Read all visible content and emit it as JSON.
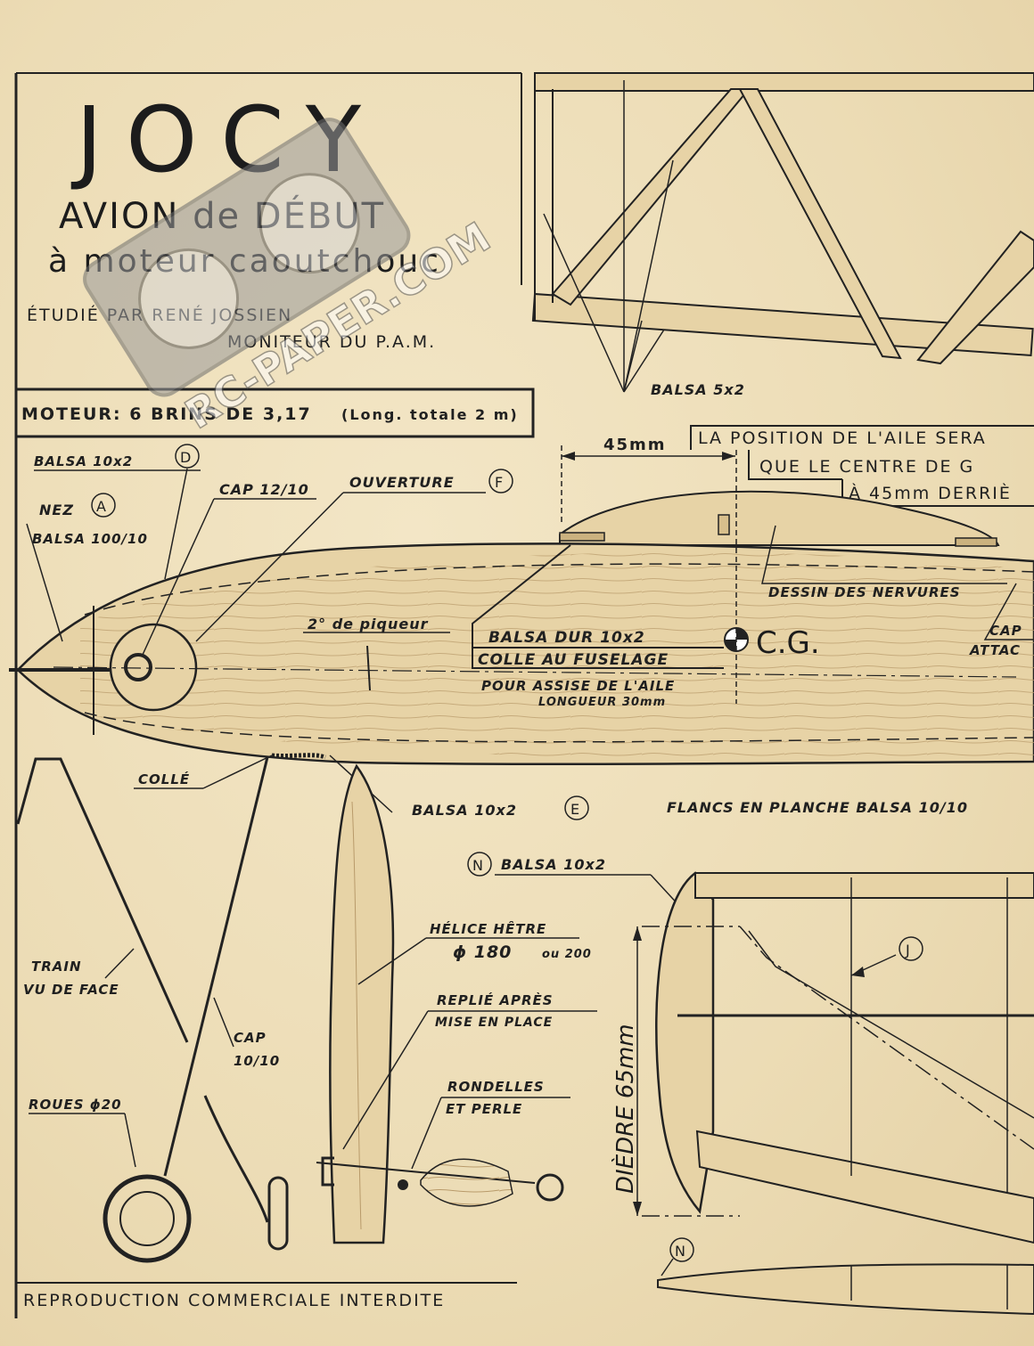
{
  "header": {
    "title": "JOCY",
    "subtitle1": "AVION de DÉBUT",
    "subtitle2": "à moteur caoutchouc",
    "designer": "ÉTUDIÉ PAR RENÉ JOSSIEN",
    "designer_role": "MONITEUR DU P.A.M."
  },
  "motor_box": {
    "text": "MOTEUR: 6 BRINS DE 3,17",
    "note": "(Long. totale 2 m)"
  },
  "labels": {
    "balsa_5x2": "BALSA 5x2",
    "dim_45": "45mm",
    "wing_note_1": "LA POSITION DE L'AILE SERA",
    "wing_note_2": "QUE LE CENTRE DE G",
    "wing_note_3": "À 45mm DERRIÈ",
    "balsa_10x2_d": "BALSA 10x2",
    "part_d": "D",
    "cap_12_10": "CAP 12/10",
    "ouverture": "OUVERTURE",
    "part_f": "F",
    "nez": "NEZ",
    "part_a": "A",
    "balsa_100_10": "BALSA 100/10",
    "piqueur": "2° de piqueur",
    "balsa_dur": "BALSA DUR 10x2",
    "colle_fuselage": "COLLE AU FUSELAGE",
    "assise": "POUR ASSISE DE L'AILE",
    "longueur": "LONGUEUR 30mm",
    "cg": "C.G.",
    "nervures": "DESSIN DES NERVURES",
    "cap_right": "CAP",
    "attac": "ATTAC",
    "colle": "COLLÉ",
    "balsa_10x2_e": "BALSA 10x2",
    "part_e": "E",
    "flancs": "FLANCS EN PLANCHE BALSA 10/10",
    "part_n": "N",
    "balsa_10x2_n": "BALSA 10x2",
    "helice": "HÉLICE HÊTRE",
    "helice_dim": "ϕ 180",
    "helice_ou": "ou 200",
    "part_j": "J",
    "train_1": "TRAIN",
    "train_2": "VU DE FACE",
    "cap_10": "CAP",
    "cap_10b": "10/10",
    "replie_1": "REPLIÉ APRÈS",
    "replie_2": "MISE EN PLACE",
    "rondelles_1": "RONDELLES",
    "rondelles_2": "ET PERLE",
    "roues": "ROUES ϕ20",
    "diedre": "DIÈDRE 65mm",
    "part_n2": "N",
    "footer": "REPRODUCTION COMMERCIALE INTERDITE"
  },
  "watermark": {
    "text": "RC-PAPER.COM"
  },
  "colors": {
    "paper": "#efe0bd",
    "ink": "#222222",
    "watermark": "#8a8a8a"
  }
}
